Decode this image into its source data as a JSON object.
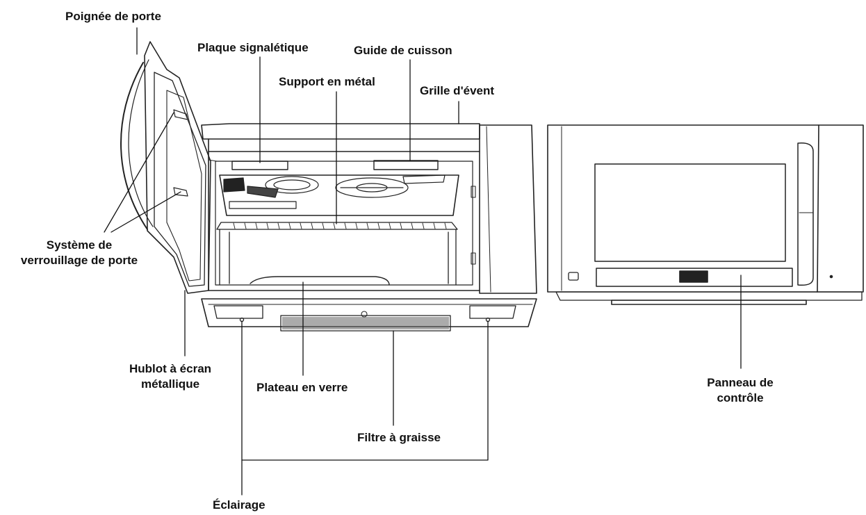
{
  "diagram": {
    "labels": {
      "door_handle": "Poignée de porte",
      "rating_plate": "Plaque signalétique",
      "cooking_guide": "Guide de cuisson",
      "metal_rack": "Support en métal",
      "vent_grille": "Grille d'évent",
      "door_latch_line1": "Système de",
      "door_latch_line2": "verrouillage de porte",
      "window_line1": "Hublot à écran",
      "window_line2": "métallique",
      "glass_tray": "Plateau en verre",
      "grease_filter": "Filtre à graisse",
      "lighting": "Éclairage",
      "control_panel_line1": "Panneau de",
      "control_panel_line2": "contrôle"
    }
  }
}
